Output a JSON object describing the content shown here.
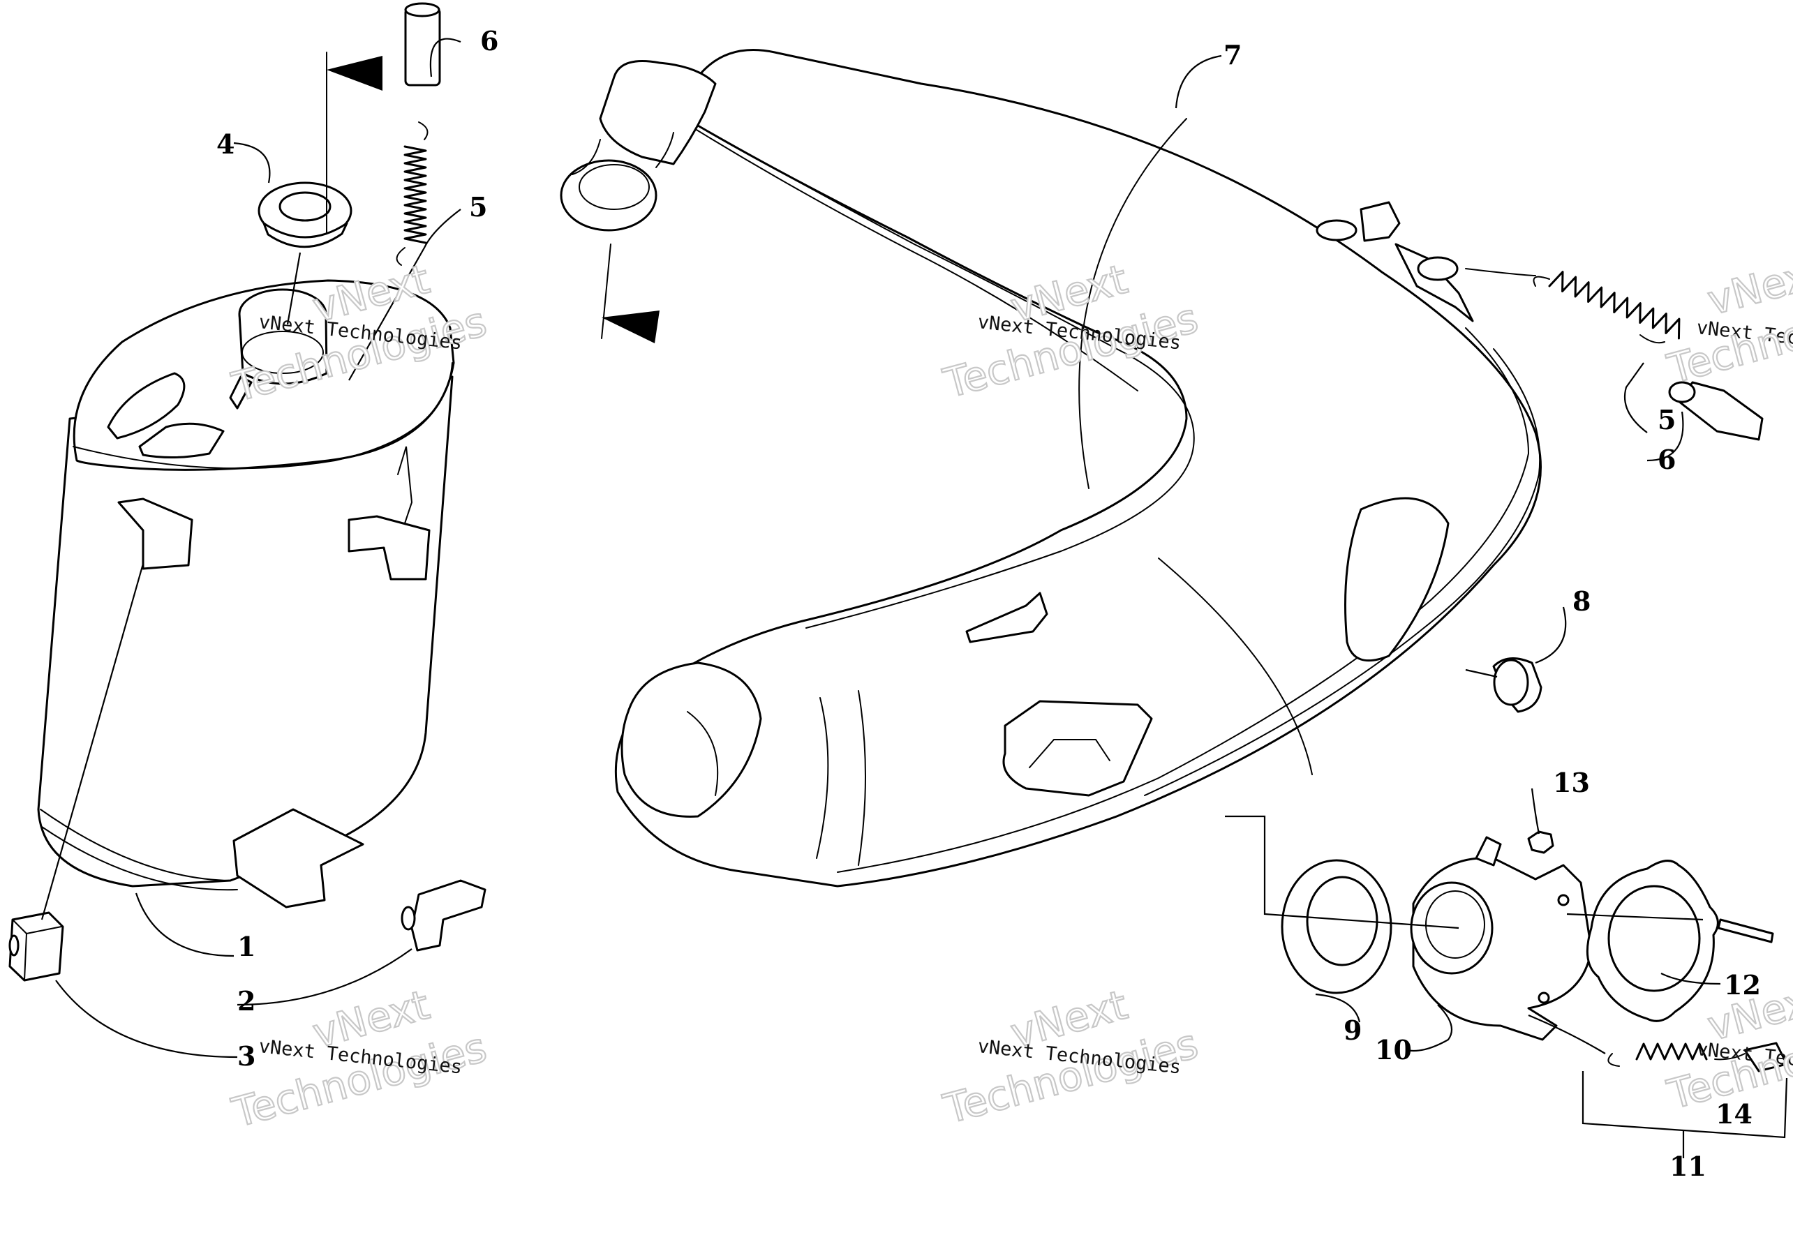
{
  "callouts": {
    "p1": "1",
    "p2": "2",
    "p3": "3",
    "p4": "4",
    "p5a": "5",
    "p5b": "5",
    "p6a": "6",
    "p6b": "6",
    "p7": "7",
    "p8": "8",
    "p9": "9",
    "p10": "10",
    "p11": "11",
    "p12": "12",
    "p13": "13",
    "p14": "14"
  },
  "watermark": {
    "brand": "vNext",
    "word": "Technologies",
    "line": "vNext Technologies"
  }
}
